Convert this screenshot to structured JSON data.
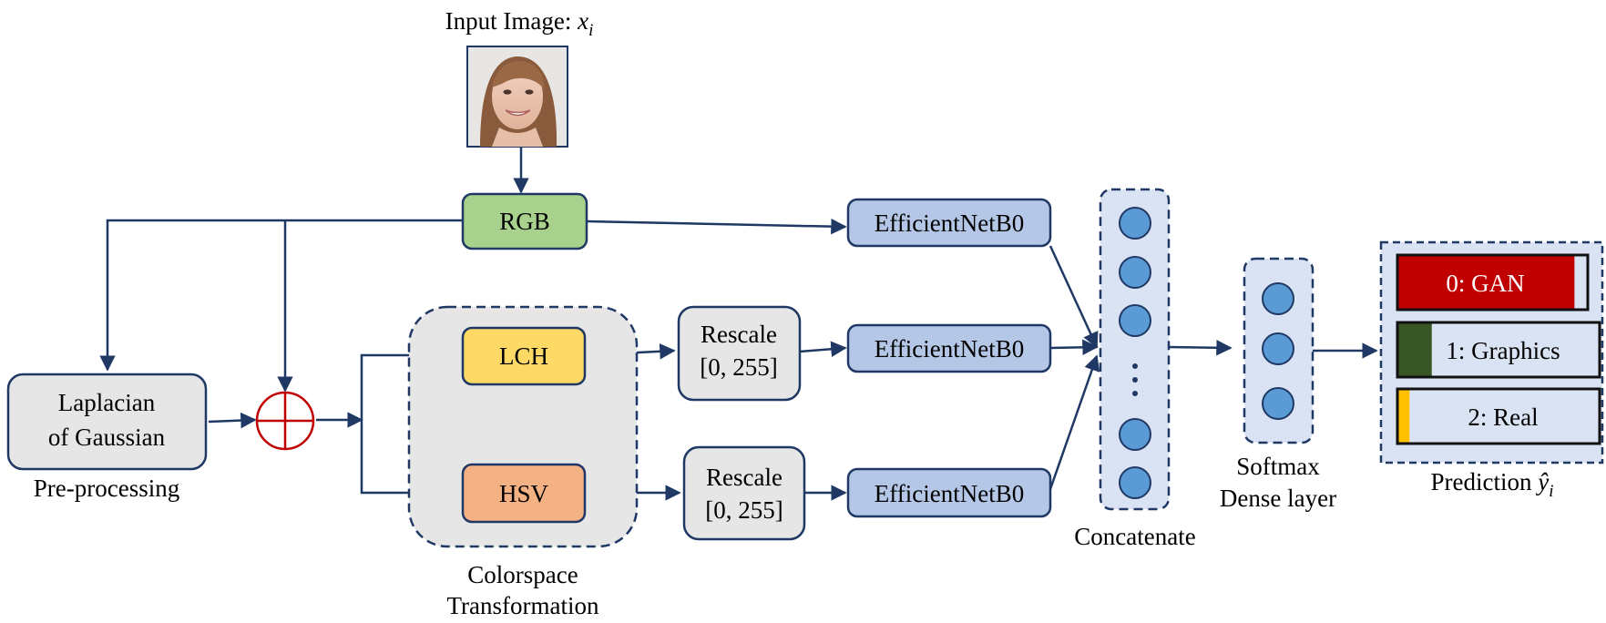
{
  "input": {
    "label_prefix": "Input Image: ",
    "label_var": "x",
    "label_sub": "i"
  },
  "boxes": {
    "rgb": "RGB",
    "lch": "LCH",
    "hsv": "HSV",
    "log_line1": "Laplacian",
    "log_line2": "of Gaussian",
    "rescale_line1": "Rescale",
    "rescale_line2": "[0, 255]",
    "efficientnet": "EfficientNetB0"
  },
  "captions": {
    "preprocessing": "Pre-processing",
    "colorspace_line1": "Colorspace",
    "colorspace_line2": "Transformation",
    "concatenate": "Concatenate",
    "softmax_line1": "Softmax",
    "softmax_line2": "Dense layer",
    "prediction_prefix": "Prediction ",
    "prediction_var": "ŷ",
    "prediction_sub": "i"
  },
  "prediction": [
    {
      "label": "0: GAN",
      "score": 0.93,
      "color": "#c00000",
      "text_color": "#ffffff"
    },
    {
      "label": "1: Graphics",
      "score": 0.17,
      "color": "#375623",
      "text_color": "#000000"
    },
    {
      "label": "2: Real",
      "score": 0.06,
      "color": "#ffc000",
      "text_color": "#000000"
    }
  ],
  "colors": {
    "line": "#1f3864",
    "rgb_fill": "#a9d18e",
    "lch_fill": "#ffd966",
    "hsv_fill": "#f4b183",
    "gray_fill": "#e7e6e6",
    "net_fill": "#b4c7e7",
    "layer_fill": "#dae3f3",
    "node_fill": "#5b9bd5",
    "sum_color": "#c00000"
  }
}
